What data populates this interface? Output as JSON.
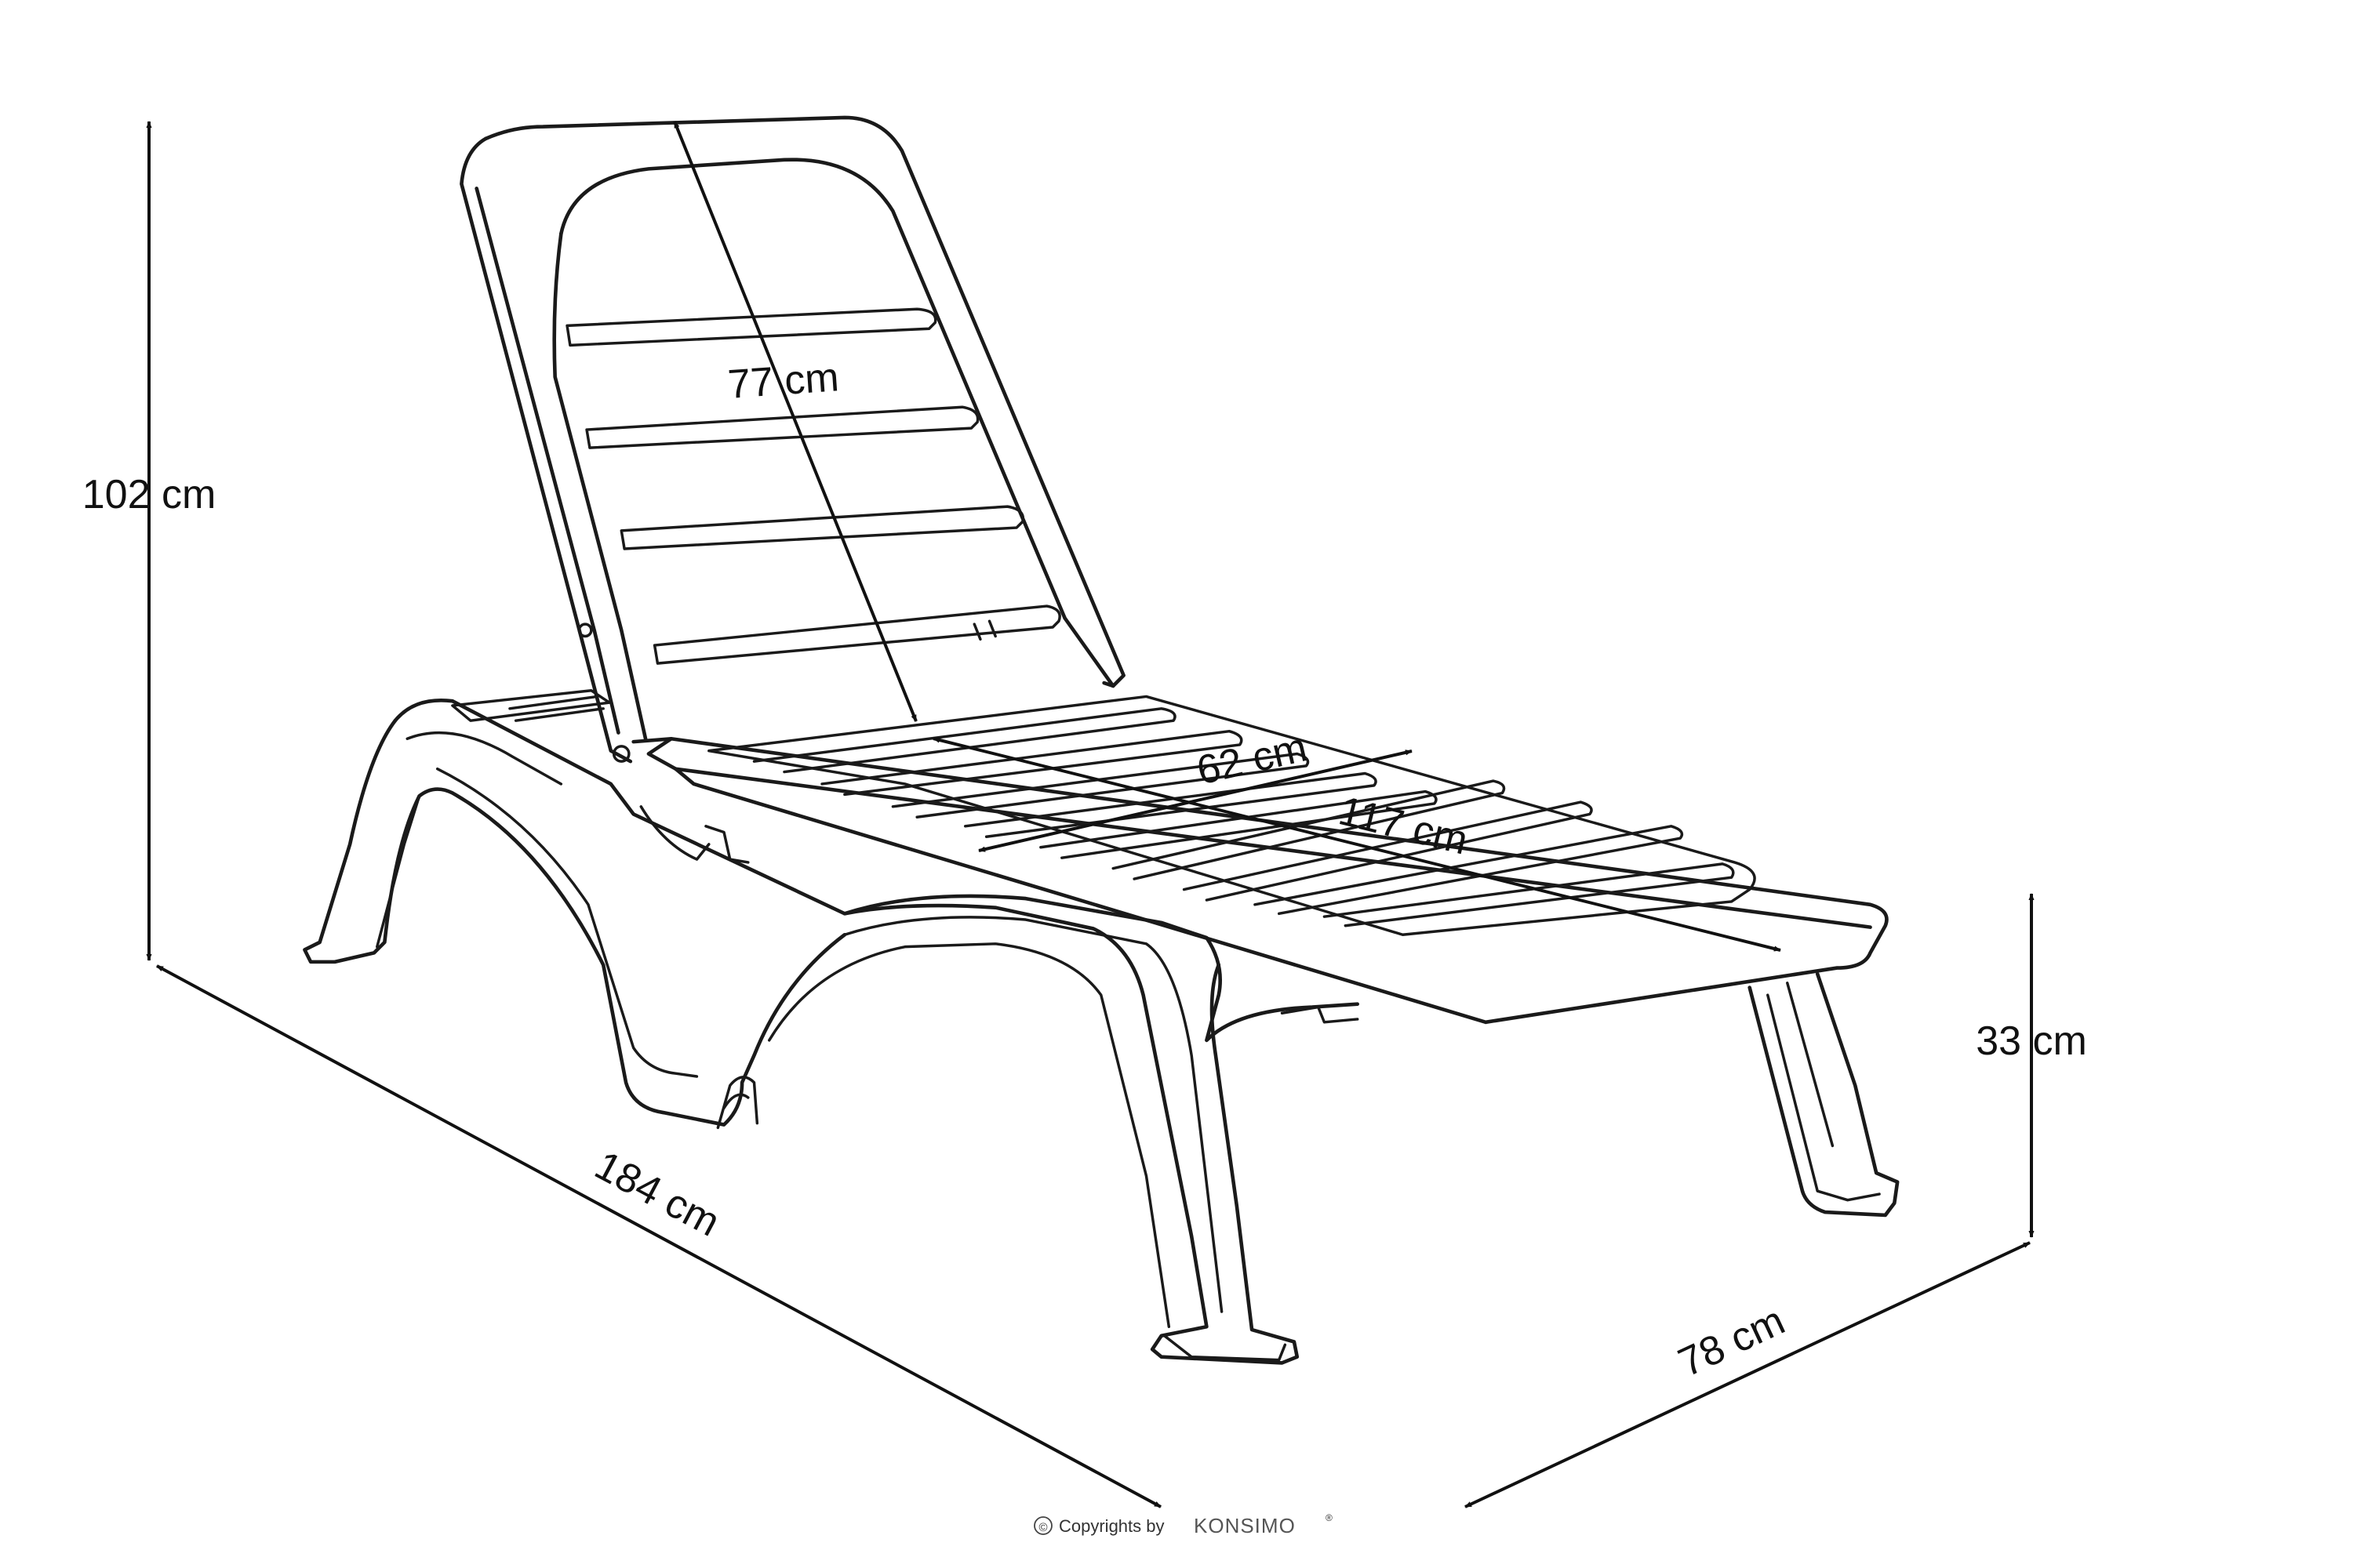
{
  "dimensions": {
    "height_total": "102 cm",
    "backrest_length": "77 cm",
    "seat_width": "62 cm",
    "seat_length": "117 cm",
    "total_length": "184 cm",
    "total_width": "78 cm",
    "seat_height": "33 cm"
  },
  "footer": {
    "copyright_symbol": "©",
    "copyright_text": "Copyrights by",
    "brand": "KONSIMO",
    "brand_mark": "®"
  },
  "colors": {
    "line": "#111111",
    "background": "#ffffff"
  }
}
